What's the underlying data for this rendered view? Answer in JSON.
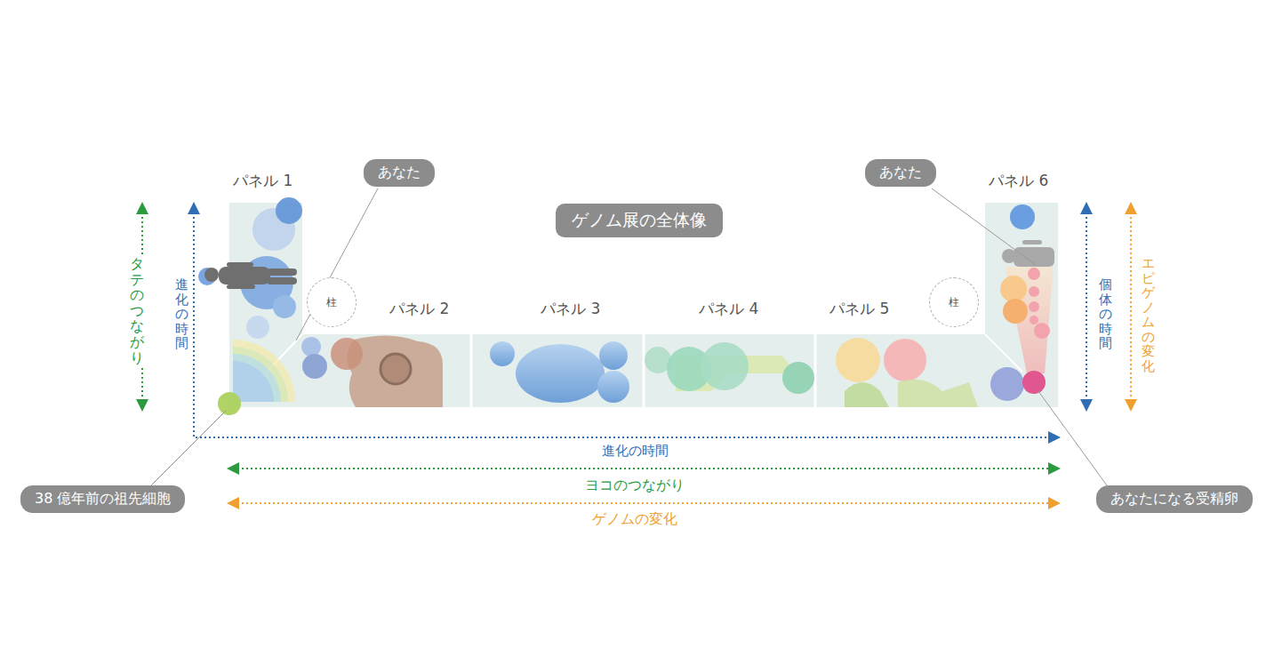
{
  "diagram": {
    "title": "ゲノム展の全体像",
    "nodes": [
      {
        "text": [
          "パネル 1"
        ]
      },
      {
        "text": [
          "あなた"
        ]
      },
      {
        "text": [
          "あなた"
        ]
      },
      {
        "text": [
          "パネル 6"
        ]
      },
      {
        "text": [
          "柱"
        ]
      },
      {
        "text": [
          "パネル 2"
        ]
      },
      {
        "text": [
          "パネル 3"
        ]
      },
      {
        "text": [
          "パネル 4"
        ]
      },
      {
        "text": [
          "パネル 5"
        ]
      },
      {
        "text": [
          "柱"
        ]
      },
      {
        "text": [
          "38 億年前の祖先細胞"
        ]
      },
      {
        "text": [
          "あなたになる受精卵"
        ]
      }
    ],
    "labels": [
      "タテのつながり",
      "進化の時間",
      "個体の時間",
      "エピゲノムの変化",
      "進化の時間",
      "ヨコのつながり",
      "ゲノムの変化"
    ]
  }
}
